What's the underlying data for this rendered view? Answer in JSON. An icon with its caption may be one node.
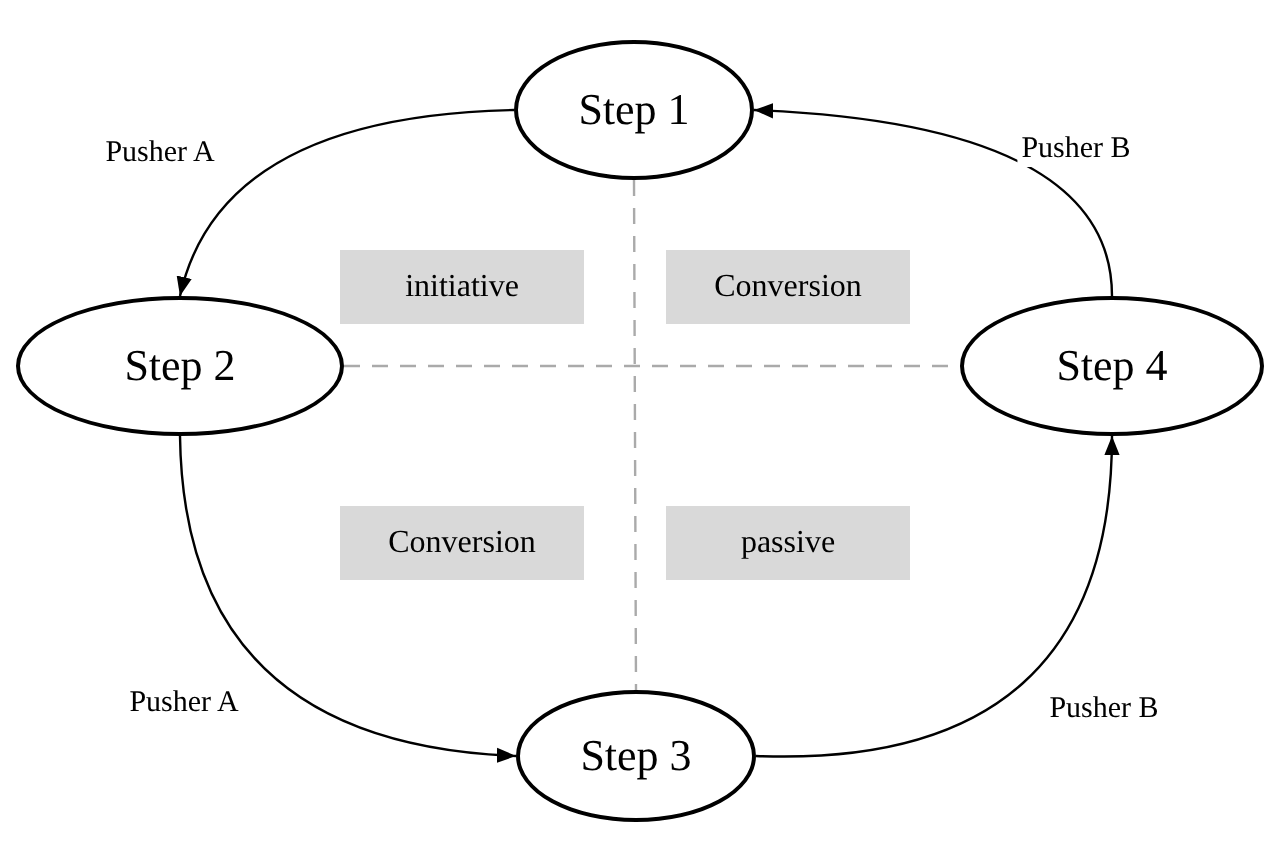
{
  "diagram": {
    "nodes": [
      {
        "text": [
          "Step 1"
        ]
      },
      {
        "text": [
          "Step 2"
        ]
      },
      {
        "text": [
          "Step 3"
        ]
      },
      {
        "text": [
          "Step 4"
        ]
      },
      {
        "text": [
          "initiative"
        ]
      },
      {
        "text": [
          "Conversion"
        ]
      },
      {
        "text": [
          "Conversion"
        ]
      },
      {
        "text": [
          "passive"
        ]
      }
    ],
    "edges": [
      {
        "from": 0,
        "to": 1,
        "arrow": "to",
        "label": "Pusher A"
      },
      {
        "from": 1,
        "to": 2,
        "arrow": "to",
        "label": "Pusher A"
      },
      {
        "from": 2,
        "to": 3,
        "arrow": "to",
        "label": "Pusher B"
      },
      {
        "from": 3,
        "to": 0,
        "arrow": "to",
        "label": "Pusher B"
      },
      {
        "from": 0,
        "to": 2,
        "arrow": "none",
        "style": "dashed",
        "color": "#aaaaaa"
      },
      {
        "from": 1,
        "to": 3,
        "arrow": "none",
        "style": "dashed",
        "color": "#aaaaaa"
      }
    ]
  }
}
